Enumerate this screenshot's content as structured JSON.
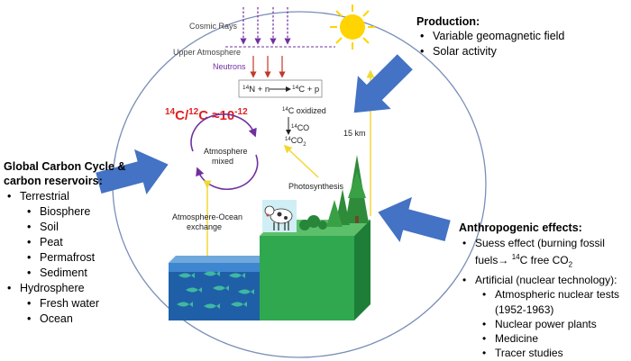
{
  "diagram": {
    "cosmic_rays": "Cosmic Rays",
    "upper_atmosphere": "Upper Atmosphere",
    "neutrons": "Neutrons",
    "reaction": {
      "n14": "14",
      "n_part": "N + n",
      "c14": "14",
      "c_part": "C + p"
    },
    "ratio": {
      "sup1": "14",
      "c1": "C/",
      "sup2": "12",
      "c2": "C ≈10",
      "exp": "-12"
    },
    "oxidized": {
      "sup": "14",
      "text": "C oxidized"
    },
    "co": {
      "sup": "14",
      "text": "CO"
    },
    "co2": {
      "sup": "14",
      "text": "CO",
      "sub": "2"
    },
    "atmosphere_mixed_1": "Atmosphere",
    "atmosphere_mixed_2": "mixed",
    "height": "15 km",
    "photosynthesis": "Photosynthesis",
    "exchange_1": "Atmosphere-Ocean",
    "exchange_2": "exchange",
    "colors": {
      "arrow_blue": "#4472C4",
      "ratio_red": "#E02020",
      "neutron_purple": "#7030A0",
      "ocean_blue": "#2E75B6",
      "land_green": "#2FA84F",
      "yellow_arrow": "#F5E642"
    }
  },
  "production": {
    "title": "Production:",
    "items": [
      "Variable geomagnetic field",
      "Solar activity"
    ]
  },
  "reservoirs": {
    "title_1": "Global Carbon Cycle &",
    "title_2": "carbon reservoirs:",
    "terrestrial": "Terrestrial",
    "terrestrial_items": [
      "Biosphere",
      "Soil",
      "Peat",
      "Permafrost",
      "Sediment"
    ],
    "hydrosphere": "Hydrosphere",
    "hydrosphere_items": [
      "Fresh water",
      "Ocean"
    ]
  },
  "anthropogenic": {
    "title": "Anthropogenic effects:",
    "suess_1": "Suess effect (burning fossil",
    "suess_2a": "fuels",
    "suess_2b": "14",
    "suess_2c": "C free CO",
    "suess_2d": "2",
    "artificial": "Artificial (nuclear technology):",
    "sub_items": [
      "Atmospheric nuclear tests (1952-1963)",
      "Nuclear power plants",
      "Medicine",
      "Tracer studies"
    ]
  }
}
